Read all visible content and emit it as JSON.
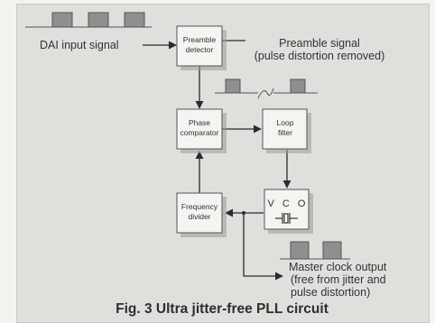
{
  "diagram": {
    "caption": "Fig. 3 Ultra jitter-free PLL circuit",
    "blocks": {
      "preamble_detector": [
        "Preamble",
        "detector"
      ],
      "phase_comparator": [
        "Phase",
        "comparator"
      ],
      "loop_filter": [
        "Loop",
        "filter"
      ],
      "vco": "V C O",
      "frequency_divider": [
        "Frequency",
        "divider"
      ]
    },
    "labels": {
      "dai_input": "DAI input signal",
      "preamble_signal": [
        "Preamble signal",
        "(pulse distortion removed)"
      ],
      "master_clock": [
        "Master clock output",
        "(free from jitter and",
        "pulse distortion)"
      ]
    }
  }
}
